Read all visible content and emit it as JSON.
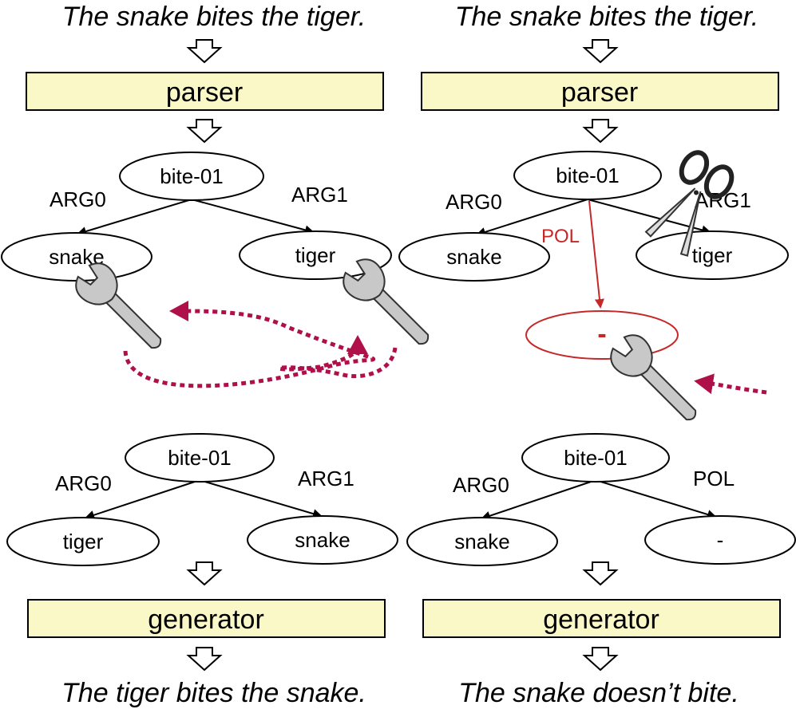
{
  "left": {
    "input_sentence": "The snake bites the tiger.",
    "parser_label": "parser",
    "top_graph": {
      "root": "bite-01",
      "arg0_label": "ARG0",
      "arg1_label": "ARG1",
      "arg0_node": "snake",
      "arg1_node": "tiger"
    },
    "bottom_graph": {
      "root": "bite-01",
      "arg0_label": "ARG0",
      "arg1_label": "ARG1",
      "arg0_node": "tiger",
      "arg1_node": "snake"
    },
    "generator_label": "generator",
    "output_sentence": "The tiger bites the snake."
  },
  "right": {
    "input_sentence": "The snake bites the tiger.",
    "parser_label": "parser",
    "top_graph": {
      "root": "bite-01",
      "arg0_label": "ARG0",
      "arg1_label": "ARG1",
      "pol_label": "POL",
      "arg0_node": "snake",
      "arg1_node": "tiger",
      "pol_node": "-"
    },
    "bottom_graph": {
      "root": "bite-01",
      "arg0_label": "ARG0",
      "pol_label": "POL",
      "arg0_node": "snake",
      "pol_node": "-"
    },
    "generator_label": "generator",
    "output_sentence": "The snake doesn’t bite."
  },
  "icons": {
    "wrench": "wrench-icon",
    "scissors": "scissors-icon"
  },
  "colors": {
    "box_fill": "#fbf8c8",
    "accent_red": "#c62828",
    "dotted_arrow": "#b0104a"
  }
}
